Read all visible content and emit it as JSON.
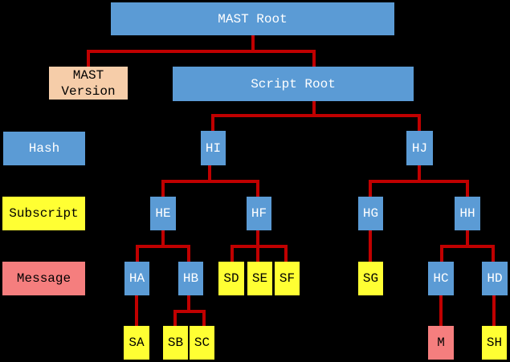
{
  "diagram": {
    "description": "MAST (Merkelized Abstract Syntax Tree) structure diagram",
    "colors": {
      "bg": "#000000",
      "hash": "#5B9BD5",
      "subscript": "#FFFF33",
      "message": "#F57E7E",
      "version": "#F6CDA9",
      "edge": "#C00000",
      "text_on_hash": "#FFFFFF",
      "text_on_light": "#000000"
    },
    "legend": [
      {
        "id": "hash_label",
        "label": "Hash",
        "kind": "hash"
      },
      {
        "id": "subscript_label",
        "label": "Subscript",
        "kind": "subscript"
      },
      {
        "id": "message_label",
        "label": "Message",
        "kind": "message"
      }
    ],
    "nodes": [
      {
        "id": "mast_root",
        "label": "MAST Root",
        "kind": "hash"
      },
      {
        "id": "mast_version",
        "label": "MAST Version",
        "kind": "version"
      },
      {
        "id": "script_root",
        "label": "Script Root",
        "kind": "hash"
      },
      {
        "id": "hi",
        "label": "HI",
        "kind": "hash"
      },
      {
        "id": "hj",
        "label": "HJ",
        "kind": "hash"
      },
      {
        "id": "he",
        "label": "HE",
        "kind": "hash"
      },
      {
        "id": "hf",
        "label": "HF",
        "kind": "hash"
      },
      {
        "id": "hg",
        "label": "HG",
        "kind": "hash"
      },
      {
        "id": "hh",
        "label": "HH",
        "kind": "hash"
      },
      {
        "id": "ha",
        "label": "HA",
        "kind": "hash"
      },
      {
        "id": "hb",
        "label": "HB",
        "kind": "hash"
      },
      {
        "id": "sd",
        "label": "SD",
        "kind": "subscript"
      },
      {
        "id": "se",
        "label": "SE",
        "kind": "subscript"
      },
      {
        "id": "sf",
        "label": "SF",
        "kind": "subscript"
      },
      {
        "id": "sg",
        "label": "SG",
        "kind": "subscript"
      },
      {
        "id": "hc",
        "label": "HC",
        "kind": "hash"
      },
      {
        "id": "hd",
        "label": "HD",
        "kind": "hash"
      },
      {
        "id": "sa",
        "label": "SA",
        "kind": "subscript"
      },
      {
        "id": "sb",
        "label": "SB",
        "kind": "subscript"
      },
      {
        "id": "sc",
        "label": "SC",
        "kind": "subscript"
      },
      {
        "id": "m",
        "label": "M",
        "kind": "message"
      },
      {
        "id": "sh",
        "label": "SH",
        "kind": "subscript"
      }
    ],
    "edges": [
      {
        "from": "mast_root",
        "to": "mast_version"
      },
      {
        "from": "mast_root",
        "to": "script_root"
      },
      {
        "from": "script_root",
        "to": "hi"
      },
      {
        "from": "script_root",
        "to": "hj"
      },
      {
        "from": "hi",
        "to": "he"
      },
      {
        "from": "hi",
        "to": "hf"
      },
      {
        "from": "hj",
        "to": "hg"
      },
      {
        "from": "hj",
        "to": "hh"
      },
      {
        "from": "he",
        "to": "ha"
      },
      {
        "from": "he",
        "to": "hb"
      },
      {
        "from": "hf",
        "to": "sd"
      },
      {
        "from": "hf",
        "to": "se"
      },
      {
        "from": "hf",
        "to": "sf"
      },
      {
        "from": "hg",
        "to": "sg"
      },
      {
        "from": "hh",
        "to": "hc"
      },
      {
        "from": "hh",
        "to": "hd"
      },
      {
        "from": "ha",
        "to": "sa"
      },
      {
        "from": "hb",
        "to": "sb"
      },
      {
        "from": "hb",
        "to": "sc"
      },
      {
        "from": "hc",
        "to": "m"
      },
      {
        "from": "hd",
        "to": "sh"
      }
    ]
  }
}
